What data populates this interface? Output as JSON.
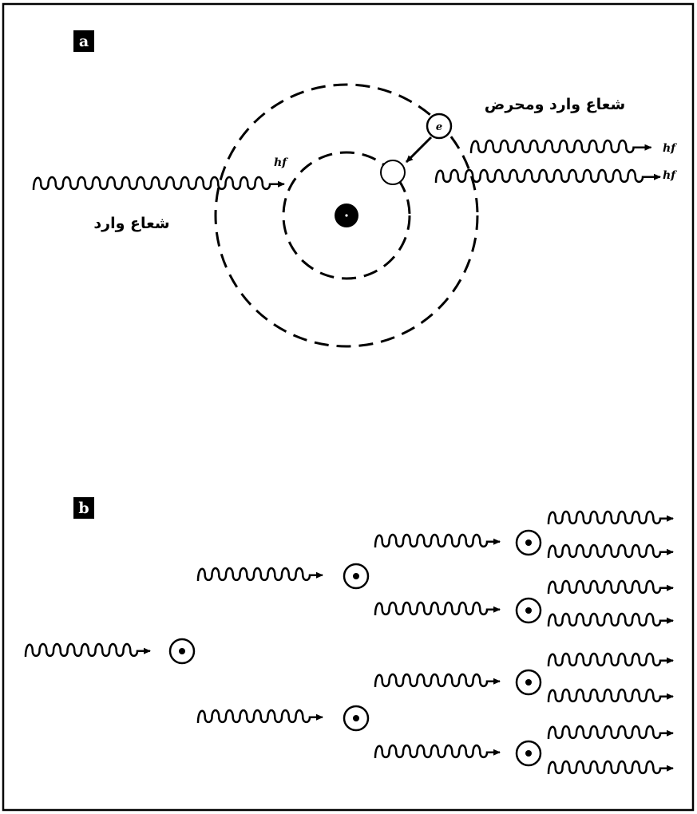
{
  "panel_a": {
    "tag": "a",
    "incoming_label": "شعاع وارد",
    "stimulated_label": "شعاع وارد ومحرض",
    "incoming_photon_label": "hf",
    "outgoing_photon_labels": [
      "hf",
      "hf"
    ],
    "electron_label": "e"
  },
  "panel_b": {
    "tag": "b"
  }
}
